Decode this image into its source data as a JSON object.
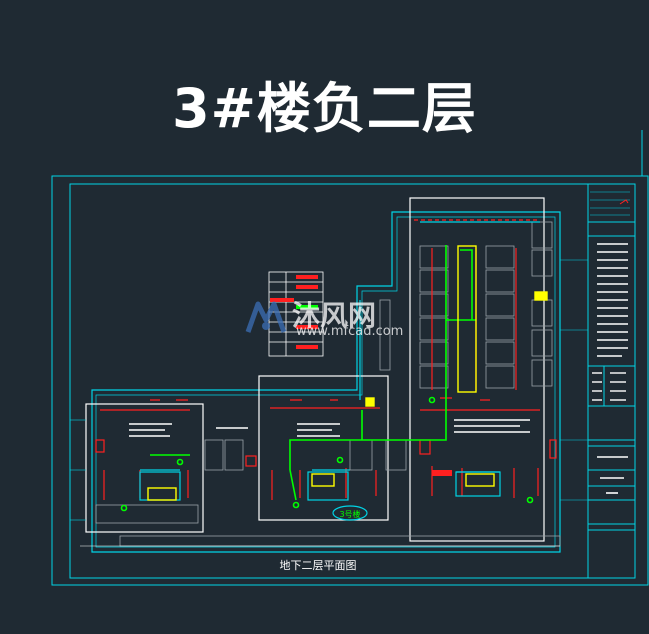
{
  "sheet": {
    "title": "3#楼负二层",
    "caption": "地下二层平面图",
    "stair_tag": "3号楼"
  },
  "watermark": {
    "brand": "沐风网",
    "url": "www.mfcad.com",
    "logo_color": "#3b6fb6"
  },
  "colors": {
    "background": "#1f2a33",
    "frame": "#00d4e6",
    "wall": "#ffffff",
    "accent_red": "#ff2020",
    "pipe_green": "#00ff00",
    "highlight_yellow": "#ffff00"
  }
}
